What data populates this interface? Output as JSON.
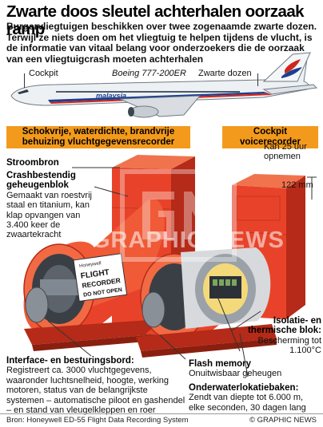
{
  "title": "Zwarte doos sleutel achterhalen oorzaak ramp",
  "intro": "Burgervliegtuigen beschikken over twee zogenaamde zwarte dozen. Terwijl ze niets doen om het vliegtuig te helpen tijdens de vlucht, is de informatie van vitaal belang voor onderzoekers die de oorzaak van een vliegtuigcrash moeten achterhalen",
  "plane": {
    "cockpit_label": "Cockpit",
    "model_label": "Boeing 777-200ER",
    "blackbox_label": "Zwarte dozen",
    "livery": "malaysia"
  },
  "fdr_tag": "Schokvrije, waterdichte, brandvrije behuizing vluchtgegevensrecorder",
  "cvr_tag": "Cockpit voicerecorder",
  "cvr_note": "Kan 25 uur opnemen",
  "dimension": "122 mm",
  "power": {
    "head": "Stroombron"
  },
  "memory": {
    "head": "Crashbestendig geheugenblok",
    "body": "Gemaakt van roestvrij staal en titanium, kan klap opvangen van 3.400 keer de zwaartekracht"
  },
  "insulation": {
    "head": "Isolatie- en thermische blok:",
    "body": "Bescherming tot 1.100°C"
  },
  "flash": {
    "head": "Flash memory",
    "body": "Onuitwisbaar geheugen"
  },
  "interface": {
    "head": "Interface- en besturingsbord:",
    "body": "Registreert ca. 3000 vluchtgegevens, waaronder luchtsnelheid, hoogte, werking motoren, status van de belangrijkste systemen – automatische piloot en gashendel – en stand van vleugelkleppen en roer"
  },
  "beacon": {
    "head": "Onderwaterlokatiebaken:",
    "body": "Zendt van diepte tot 6.000 m, elke seconden, 30 dagen lang"
  },
  "recorder_label": {
    "brand": "Honeywell",
    "line1": "FLIGHT",
    "line2": "RECORDER",
    "line3": "DO NOT OPEN"
  },
  "watermark": "GRAPHIC NEWS",
  "source": "Bron: Honeywell ED-55 Flight Data Recording System",
  "copyright": "© GRAPHIC NEWS",
  "colors": {
    "orange": "#f39a1c",
    "red": "#e8432a",
    "dark_red": "#b52a18"
  }
}
